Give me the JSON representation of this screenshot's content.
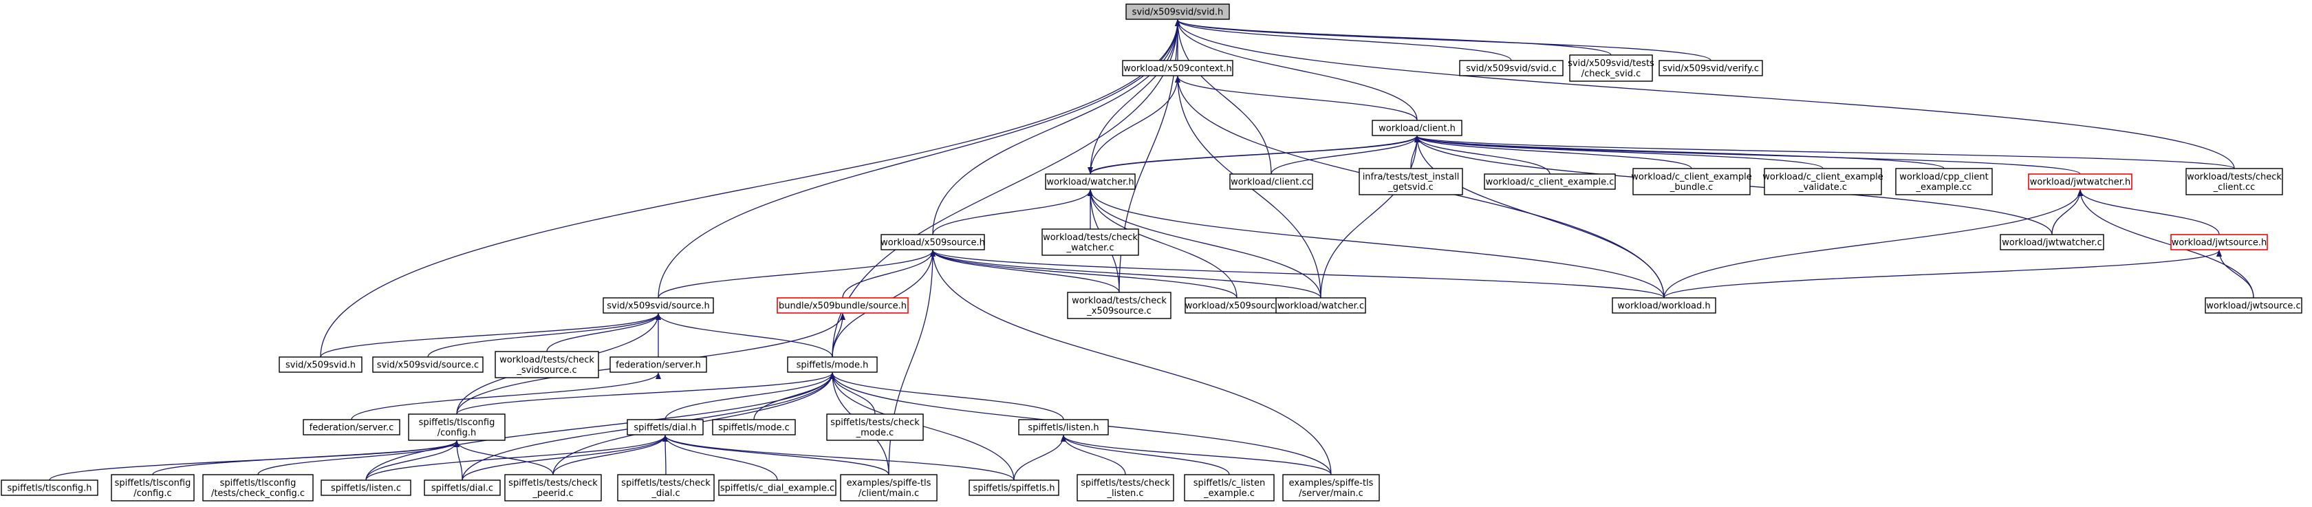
{
  "graph": {
    "nodes": [
      {
        "id": "svid_h",
        "lines": [
          "svid/x509svid/svid.h"
        ],
        "style": "root"
      },
      {
        "id": "x509context_h",
        "lines": [
          "workload/x509context.h"
        ]
      },
      {
        "id": "svid_c",
        "lines": [
          "svid/x509svid/svid.c"
        ]
      },
      {
        "id": "check_svid_c",
        "lines": [
          "svid/x509svid/tests",
          "/check_svid.c"
        ]
      },
      {
        "id": "verify_c",
        "lines": [
          "svid/x509svid/verify.c"
        ]
      },
      {
        "id": "client_h",
        "lines": [
          "workload/client.h"
        ]
      },
      {
        "id": "watcher_h",
        "lines": [
          "workload/watcher.h"
        ]
      },
      {
        "id": "client_cc",
        "lines": [
          "workload/client.cc"
        ]
      },
      {
        "id": "test_install",
        "lines": [
          "infra/tests/test_install",
          "_getsvid.c"
        ]
      },
      {
        "id": "c_client_example",
        "lines": [
          "workload/c_client_example.c"
        ]
      },
      {
        "id": "c_client_bundle",
        "lines": [
          "workload/c_client_example",
          "_bundle.c"
        ]
      },
      {
        "id": "c_client_validate",
        "lines": [
          "workload/c_client_example",
          "_validate.c"
        ]
      },
      {
        "id": "cpp_client",
        "lines": [
          "workload/cpp_client",
          "_example.cc"
        ]
      },
      {
        "id": "jwtwatcher_h",
        "lines": [
          "workload/jwtwatcher.h"
        ],
        "style": "red"
      },
      {
        "id": "check_client_cc",
        "lines": [
          "workload/tests/check",
          "_client.cc"
        ]
      },
      {
        "id": "check_watcher_c",
        "lines": [
          "workload/tests/check",
          "_watcher.c"
        ]
      },
      {
        "id": "jwtwatcher_c",
        "lines": [
          "workload/jwtwatcher.c"
        ]
      },
      {
        "id": "jwtsource_h",
        "lines": [
          "workload/jwtsource.h"
        ],
        "style": "red"
      },
      {
        "id": "x509source_h",
        "lines": [
          "workload/x509source.h"
        ]
      },
      {
        "id": "bundle_source_h",
        "lines": [
          "bundle/x509bundle/source.h"
        ],
        "style": "red"
      },
      {
        "id": "check_x509source_c",
        "lines": [
          "workload/tests/check",
          "_x509source.c"
        ]
      },
      {
        "id": "x509source_c",
        "lines": [
          "workload/x509source.c"
        ]
      },
      {
        "id": "watcher_c",
        "lines": [
          "workload/watcher.c"
        ]
      },
      {
        "id": "workload_h",
        "lines": [
          "workload/workload.h"
        ]
      },
      {
        "id": "jwtsource_c",
        "lines": [
          "workload/jwtsource.c"
        ]
      },
      {
        "id": "svid_source_h",
        "lines": [
          "svid/x509svid/source.h"
        ]
      },
      {
        "id": "x509svid_h",
        "lines": [
          "svid/x509svid.h"
        ]
      },
      {
        "id": "svid_source_c",
        "lines": [
          "svid/x509svid/source.c"
        ]
      },
      {
        "id": "check_svidsource_c",
        "lines": [
          "workload/tests/check",
          "_svidsource.c"
        ]
      },
      {
        "id": "federation_server_h",
        "lines": [
          "federation/server.h"
        ]
      },
      {
        "id": "mode_h",
        "lines": [
          "spiffetls/mode.h"
        ]
      },
      {
        "id": "federation_server_c",
        "lines": [
          "federation/server.c"
        ]
      },
      {
        "id": "tlsconfig_config_h",
        "lines": [
          "spiffetls/tlsconfig",
          "/config.h"
        ]
      },
      {
        "id": "dial_h",
        "lines": [
          "spiffetls/dial.h"
        ]
      },
      {
        "id": "mode_c",
        "lines": [
          "spiffetls/mode.c"
        ]
      },
      {
        "id": "check_mode_c",
        "lines": [
          "spiffetls/tests/check",
          "_mode.c"
        ]
      },
      {
        "id": "listen_h",
        "lines": [
          "spiffetls/listen.h"
        ]
      },
      {
        "id": "tlsconfig_h",
        "lines": [
          "spiffetls/tlsconfig.h"
        ]
      },
      {
        "id": "tlsconfig_config_c",
        "lines": [
          "spiffetls/tlsconfig",
          "/config.c"
        ]
      },
      {
        "id": "check_config_c",
        "lines": [
          "spiffetls/tlsconfig",
          "/tests/check_config.c"
        ]
      },
      {
        "id": "listen_c",
        "lines": [
          "spiffetls/listen.c"
        ]
      },
      {
        "id": "dial_c",
        "lines": [
          "spiffetls/dial.c"
        ]
      },
      {
        "id": "check_peerid_c",
        "lines": [
          "spiffetls/tests/check",
          "_peerid.c"
        ]
      },
      {
        "id": "check_dial_c",
        "lines": [
          "spiffetls/tests/check",
          "_dial.c"
        ]
      },
      {
        "id": "c_dial_example",
        "lines": [
          "spiffetls/c_dial_example.c"
        ]
      },
      {
        "id": "client_main_c",
        "lines": [
          "examples/spiffe-tls",
          "/client/main.c"
        ]
      },
      {
        "id": "spiffetls_h",
        "lines": [
          "spiffetls/spiffetls.h"
        ]
      },
      {
        "id": "check_listen_c",
        "lines": [
          "spiffetls/tests/check",
          "_listen.c"
        ]
      },
      {
        "id": "c_listen_example",
        "lines": [
          "spiffetls/c_listen",
          "_example.c"
        ]
      },
      {
        "id": "server_main_c",
        "lines": [
          "examples/spiffe-tls",
          "/server/main.c"
        ]
      }
    ],
    "edges": [
      [
        "x509context_h",
        "svid_h"
      ],
      [
        "svid_c",
        "svid_h"
      ],
      [
        "check_svid_c",
        "svid_h"
      ],
      [
        "verify_c",
        "svid_h"
      ],
      [
        "client_h",
        "svid_h"
      ],
      [
        "watcher_h",
        "svid_h"
      ],
      [
        "client_cc",
        "svid_h"
      ],
      [
        "check_client_cc",
        "svid_h"
      ],
      [
        "x509source_h",
        "svid_h"
      ],
      [
        "check_x509source_c",
        "svid_h"
      ],
      [
        "svid_source_h",
        "svid_h"
      ],
      [
        "x509svid_h",
        "svid_h"
      ],
      [
        "mode_h",
        "svid_h"
      ],
      [
        "client_h",
        "x509context_h"
      ],
      [
        "watcher_h",
        "x509context_h"
      ],
      [
        "watcher_c",
        "x509context_h"
      ],
      [
        "workload_h",
        "x509context_h"
      ],
      [
        "watcher_h",
        "client_h"
      ],
      [
        "client_cc",
        "client_h"
      ],
      [
        "test_install",
        "client_h"
      ],
      [
        "c_client_example",
        "client_h"
      ],
      [
        "c_client_bundle",
        "client_h"
      ],
      [
        "c_client_validate",
        "client_h"
      ],
      [
        "cpp_client",
        "client_h"
      ],
      [
        "jwtwatcher_h",
        "client_h"
      ],
      [
        "check_client_cc",
        "client_h"
      ],
      [
        "jwtwatcher_c",
        "client_h"
      ],
      [
        "workload_h",
        "client_h"
      ],
      [
        "watcher_c",
        "client_h"
      ],
      [
        "client_h",
        "watcher_h"
      ],
      [
        "check_watcher_c",
        "watcher_h"
      ],
      [
        "x509source_h",
        "watcher_h"
      ],
      [
        "check_x509source_c",
        "watcher_h"
      ],
      [
        "x509source_c",
        "watcher_h"
      ],
      [
        "watcher_c",
        "watcher_h"
      ],
      [
        "workload_h",
        "watcher_h"
      ],
      [
        "jwtwatcher_c",
        "jwtwatcher_h"
      ],
      [
        "jwtsource_h",
        "jwtwatcher_h"
      ],
      [
        "workload_h",
        "jwtwatcher_h"
      ],
      [
        "jwtsource_c",
        "jwtwatcher_h"
      ],
      [
        "workload_h",
        "jwtsource_h"
      ],
      [
        "jwtsource_c",
        "jwtsource_h"
      ],
      [
        "bundle_source_h",
        "x509source_h"
      ],
      [
        "check_x509source_c",
        "x509source_h"
      ],
      [
        "x509source_c",
        "x509source_h"
      ],
      [
        "watcher_c",
        "x509source_h"
      ],
      [
        "workload_h",
        "x509source_h"
      ],
      [
        "svid_source_h",
        "x509source_h"
      ],
      [
        "mode_h",
        "x509source_h"
      ],
      [
        "client_main_c",
        "x509source_h"
      ],
      [
        "server_main_c",
        "x509source_h"
      ],
      [
        "mode_h",
        "bundle_source_h"
      ],
      [
        "tlsconfig_config_h",
        "bundle_source_h"
      ],
      [
        "x509svid_h",
        "svid_source_h"
      ],
      [
        "svid_source_c",
        "svid_source_h"
      ],
      [
        "check_svidsource_c",
        "svid_source_h"
      ],
      [
        "federation_server_h",
        "svid_source_h"
      ],
      [
        "mode_h",
        "svid_source_h"
      ],
      [
        "tlsconfig_config_h",
        "svid_source_h"
      ],
      [
        "federation_server_c",
        "federation_server_h"
      ],
      [
        "tlsconfig_config_h",
        "mode_h"
      ],
      [
        "dial_h",
        "mode_h"
      ],
      [
        "mode_c",
        "mode_h"
      ],
      [
        "check_mode_c",
        "mode_h"
      ],
      [
        "listen_h",
        "mode_h"
      ],
      [
        "listen_c",
        "mode_h"
      ],
      [
        "dial_c",
        "mode_h"
      ],
      [
        "check_peerid_c",
        "mode_h"
      ],
      [
        "client_main_c",
        "mode_h"
      ],
      [
        "spiffetls_h",
        "mode_h"
      ],
      [
        "server_main_c",
        "mode_h"
      ],
      [
        "tlsconfig_h",
        "tlsconfig_config_h"
      ],
      [
        "tlsconfig_config_c",
        "tlsconfig_config_h"
      ],
      [
        "check_config_c",
        "tlsconfig_config_h"
      ],
      [
        "listen_c",
        "tlsconfig_config_h"
      ],
      [
        "dial_c",
        "tlsconfig_config_h"
      ],
      [
        "check_peerid_c",
        "tlsconfig_config_h"
      ],
      [
        "dial_c",
        "dial_h"
      ],
      [
        "check_dial_c",
        "dial_h"
      ],
      [
        "c_dial_example",
        "dial_h"
      ],
      [
        "spiffetls_h",
        "dial_h"
      ],
      [
        "listen_c",
        "dial_h"
      ],
      [
        "check_peerid_c",
        "dial_h"
      ],
      [
        "client_main_c",
        "dial_h"
      ],
      [
        "check_listen_c",
        "listen_h"
      ],
      [
        "c_listen_example",
        "listen_h"
      ],
      [
        "spiffetls_h",
        "listen_h"
      ],
      [
        "server_main_c",
        "listen_h"
      ]
    ]
  }
}
